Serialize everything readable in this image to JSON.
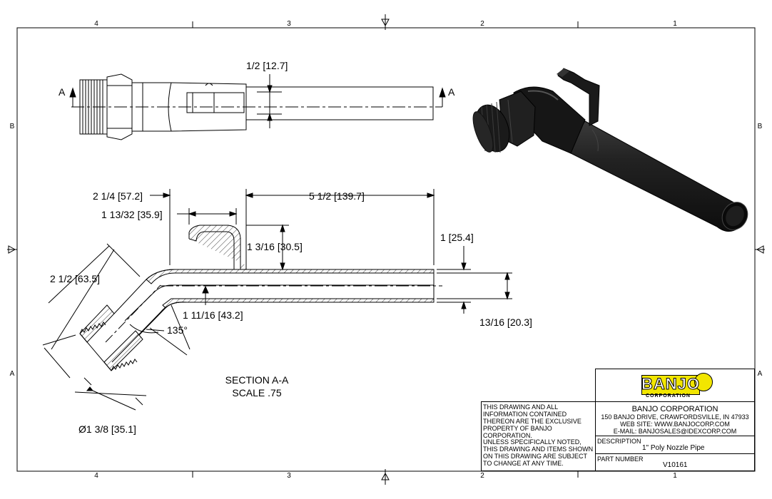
{
  "zones": {
    "columns": [
      "4",
      "3",
      "2",
      "1"
    ],
    "rows": [
      "B",
      "A"
    ]
  },
  "top_view": {
    "dim_label": "1/2 [12.7]",
    "section_marker": "A"
  },
  "section": {
    "dim_overall_offset": "2 1/4 [57.2]",
    "dim_length": "5 1/2 [139.7]",
    "dim_hook": "1 13/32 [35.9]",
    "dim_hook_height": "1 3/16 [30.5]",
    "dim_od": "1 [25.4]",
    "dim_id": "13/16 [20.3]",
    "dim_thread_len": "2 1/2 [63.5]",
    "dim_bend": "1 11/16 [43.2]",
    "dim_angle": "135°",
    "dim_dia": "Ø1 3/8 [35.1]",
    "title": "SECTION A-A",
    "scale": "SCALE .75"
  },
  "title_block": {
    "company_logo_text": "BANJO",
    "company_logo_sub": "CORPORATION",
    "company_name": "BANJO CORPORATION",
    "address": "150 BANJO DRIVE, CRAWFORDSVILLE, IN 47933",
    "website": "WEB SITE: WWW.BANJOCORP.COM",
    "email": "E-MAIL: BANJOSALES@IDEXCORP.COM",
    "notice_1": "THIS DRAWING AND ALL INFORMATION CONTAINED THEREON ARE THE EXCLUSIVE PROPERTY OF BANJO CORPORATION.",
    "notice_2": "UNLESS SPECIFICALLY NOTED, THIS DRAWING AND ITEMS SHOWN ON THIS DRAWING ARE SUBJECT TO CHANGE AT ANY TIME.",
    "description_label": "DESCRIPTION",
    "description_value": "1\" Poly Nozzle Pipe",
    "part_number_label": "PART NUMBER",
    "part_number_value": "V10161"
  },
  "colors": {
    "logo_yellow": "#f2e600",
    "part_black": "#1a1a1a"
  }
}
